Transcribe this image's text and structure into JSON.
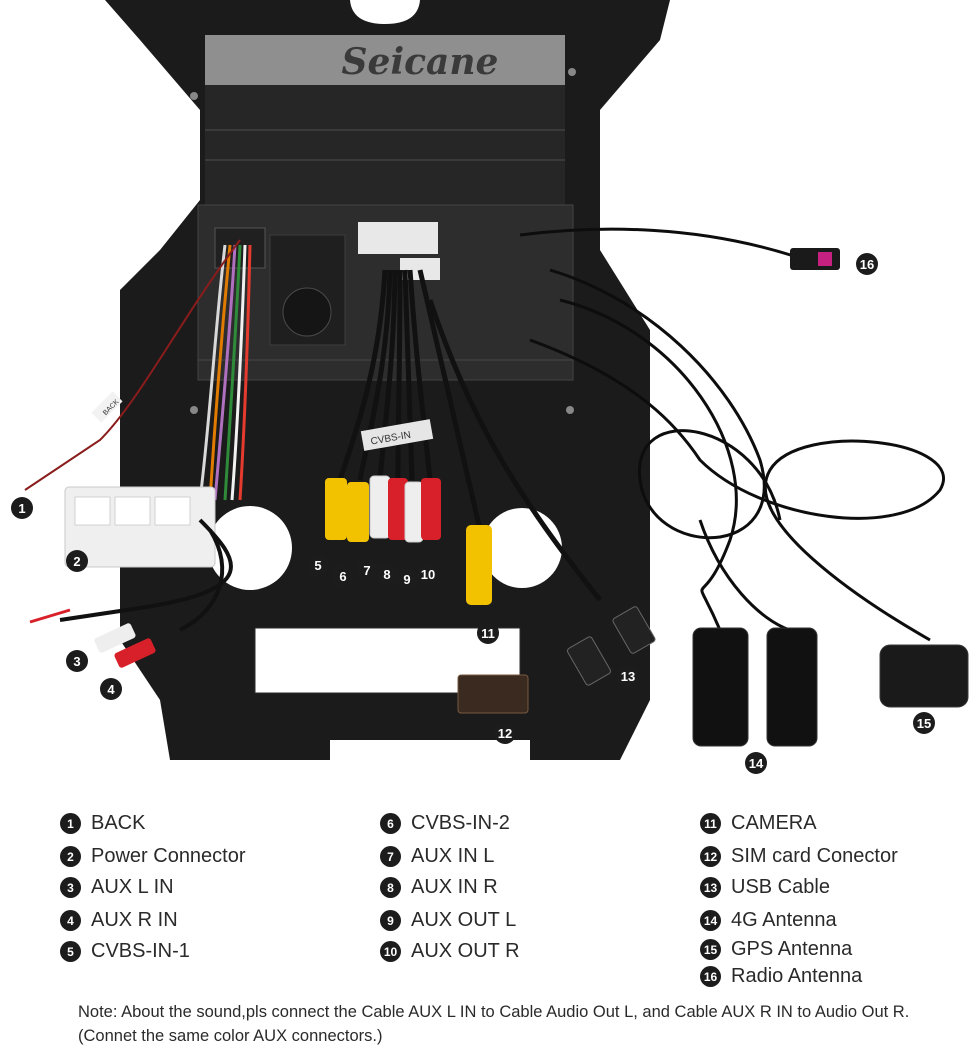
{
  "brand": "Seicane",
  "callouts": [
    "1",
    "2",
    "3",
    "4",
    "5",
    "6",
    "7",
    "8",
    "9",
    "10",
    "11",
    "12",
    "13",
    "14",
    "15",
    "16"
  ],
  "wire_tags": {
    "back": "BACK",
    "cvbs": "CVBS-IN"
  },
  "legend": [
    {
      "num": "1",
      "label": "BACK"
    },
    {
      "num": "2",
      "label": "Power Connector"
    },
    {
      "num": "3",
      "label": "AUX L IN"
    },
    {
      "num": "4",
      "label": "AUX R IN"
    },
    {
      "num": "5",
      "label": "CVBS-IN-1"
    },
    {
      "num": "6",
      "label": "CVBS-IN-2"
    },
    {
      "num": "7",
      "label": "AUX IN L"
    },
    {
      "num": "8",
      "label": "AUX IN R"
    },
    {
      "num": "9",
      "label": "AUX OUT L"
    },
    {
      "num": "10",
      "label": "AUX OUT R"
    },
    {
      "num": "11",
      "label": "CAMERA"
    },
    {
      "num": "12",
      "label": "SIM card Conector"
    },
    {
      "num": "13",
      "label": "USB Cable"
    },
    {
      "num": "14",
      "label": "4G Antenna"
    },
    {
      "num": "15",
      "label": "GPS Antenna"
    },
    {
      "num": "16",
      "label": "Radio Antenna"
    }
  ],
  "note": "Note: About the sound,pls connect the Cable AUX L IN to Cable Audio Out L, and Cable AUX R IN to Audio Out R.(Connet the same color AUX connectors.)",
  "colors": {
    "frame": "#1b1b1b",
    "rca_yellow": "#f2c200",
    "rca_red": "#d8202a",
    "rca_white": "#eeeeee",
    "dot": "#1c1c1c"
  }
}
